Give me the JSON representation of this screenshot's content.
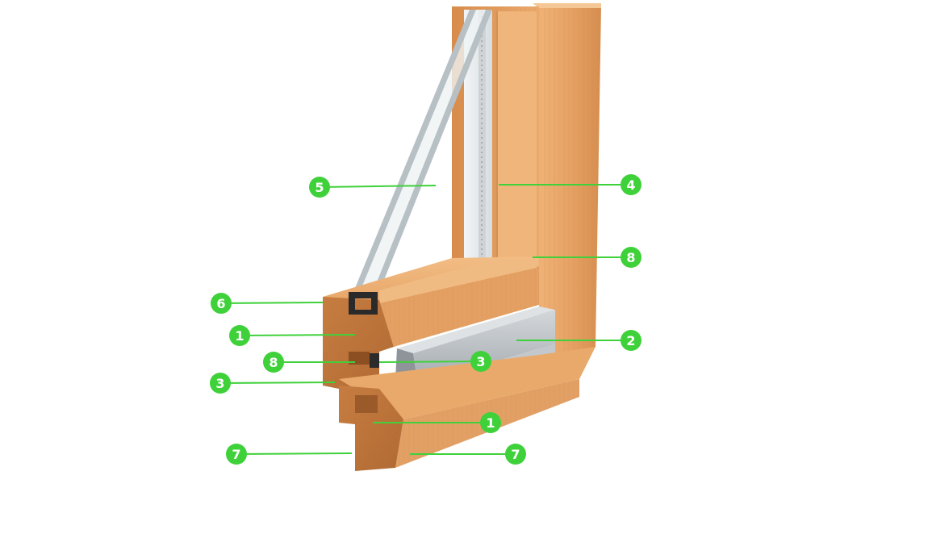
{
  "diagram": {
    "subject": "wooden-window-profile-cross-section",
    "colors": {
      "callout": "#3fd13a",
      "callout_text": "#ffffff",
      "wood_light": "#e9a86a",
      "wood_mid": "#dc9555",
      "wood_dark": "#b8713a",
      "glass": "#dfe5e8",
      "aluminium": "#b9bec3",
      "seal": "#2c2c2c"
    },
    "callouts": [
      {
        "id": "c5",
        "label": "5"
      },
      {
        "id": "c4",
        "label": "4"
      },
      {
        "id": "c8a",
        "label": "8"
      },
      {
        "id": "c6",
        "label": "6"
      },
      {
        "id": "c1a",
        "label": "1"
      },
      {
        "id": "c2",
        "label": "2"
      },
      {
        "id": "c8b",
        "label": "8"
      },
      {
        "id": "c3a",
        "label": "3"
      },
      {
        "id": "c3b",
        "label": "3"
      },
      {
        "id": "c1b",
        "label": "1"
      },
      {
        "id": "c7a",
        "label": "7"
      },
      {
        "id": "c7b",
        "label": "7"
      }
    ]
  }
}
